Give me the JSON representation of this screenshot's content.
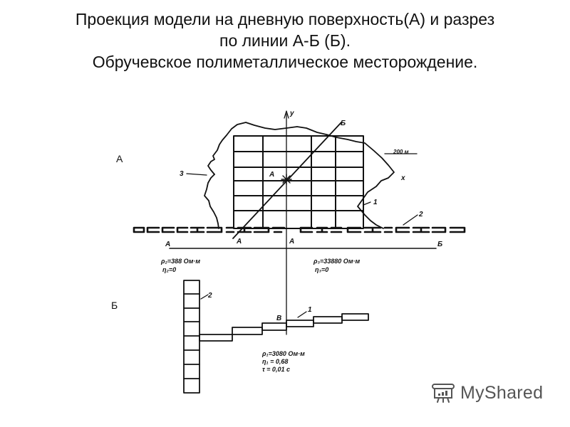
{
  "title": {
    "line1": "Проекция модели на дневную поверхность(А) и разрез",
    "line2": "по линии А-Б (Б).",
    "line3": "Обручевское полиметаллическое месторождение."
  },
  "panels": {
    "a_label": "А",
    "b_label": "Б"
  },
  "diagram": {
    "axis_y_label": "у",
    "axis_x_label": "х",
    "epicenter_label": "А",
    "section_start": "А",
    "section_end": "Б",
    "profile_a_label": "А",
    "profile_b_label": "Б",
    "scale_label": "200 м",
    "curve_label_3": "3",
    "curve_label_1": "1",
    "dashed_line_label": "2",
    "rho_left": "ρ₂=388 Ом·м",
    "eta_left": "η₂=0",
    "rho_right": "ρ₃=33880 Ом·м",
    "eta_right": "η₃=0",
    "point_b_label": "В",
    "section_label_1": "1",
    "section_label_2": "2",
    "rho_body": "ρ₁=3080 Ом·м",
    "eta_body": "η₁ = 0,68",
    "tau_body": "τ = 0,01 с"
  },
  "watermark": {
    "text": "MyShared",
    "icon": "presentation-chart-icon",
    "color": "#555555"
  }
}
